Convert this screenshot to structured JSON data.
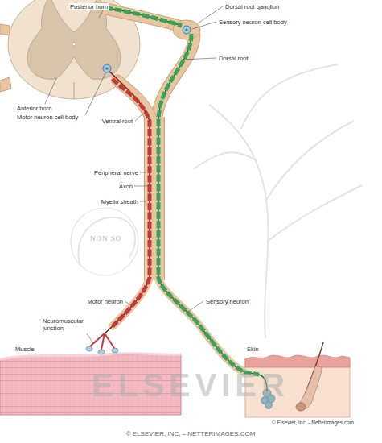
{
  "diagram": {
    "labels": [
      "Posterior horn",
      "Dorsal root ganglion",
      "Sensory neuron cell body",
      "Dorsal root",
      "Anterior horn",
      "Motor neuron cell body",
      "Ventral root",
      "Peripheral nerve",
      "Axon",
      "Myelin sheath",
      "Motor neuron",
      "Sensory neuron",
      "Neuromuscular junction",
      "Muscle",
      "Skin",
      "ELSEVIER",
      "NON SO",
      "© Elsevier, Inc. - Netterimages.com",
      "© ELSEVIER, INC. – NETTERIMAGES.COM"
    ]
  }
}
